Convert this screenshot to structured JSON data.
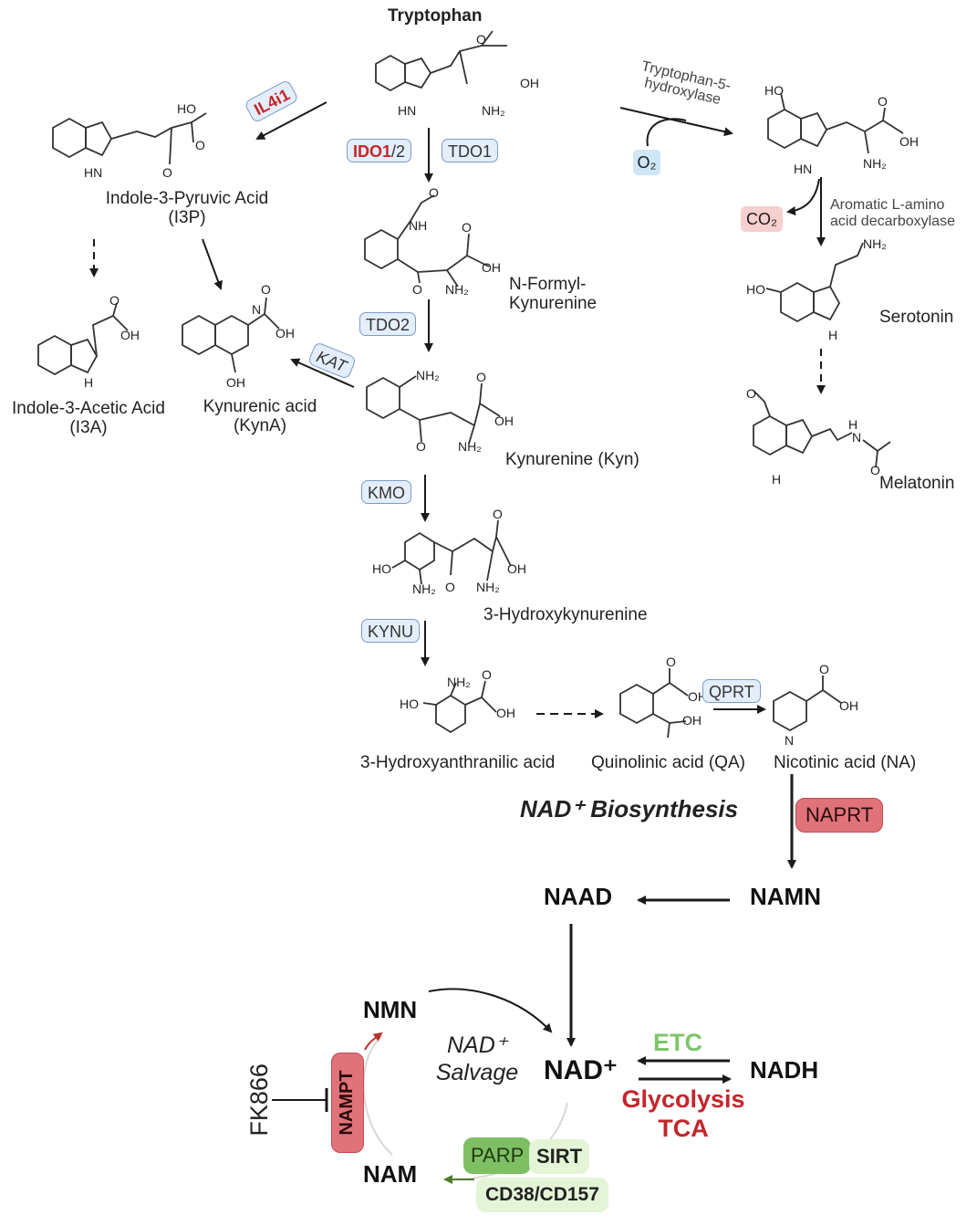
{
  "molecules": {
    "tryptophan": "Tryptophan",
    "i3p": "Indole-3-Pyruvic Acid",
    "i3p_abbr": "(I3P)",
    "i3a": "Indole-3-Acetic Acid",
    "i3a_abbr": "(I3A)",
    "kyna": "Kynurenic acid",
    "kyna_abbr": "(KynA)",
    "nformyl_1": "N-Formyl-",
    "nformyl_2": "Kynurenine",
    "kyn": "Kynurenine (Kyn)",
    "hydroxykyn": "3-Hydroxykynurenine",
    "haa": "3-Hydroxyanthranilic acid",
    "qa": "Quinolinic acid (QA)",
    "na": "Nicotinic acid (NA)",
    "serotonin": "Serotonin",
    "melatonin": "Melatonin"
  },
  "enzymes": {
    "il4i1": "IL4i1",
    "ido1": "IDO1",
    "ido_suffix": "/2",
    "tdo1": "TDO1",
    "tdo2": "TDO2",
    "kat": "KAT",
    "kmo": "KMO",
    "kynu": "KYNU",
    "qprt": "QPRT",
    "tph_1": "Tryptophan-5-",
    "tph_2": "hydroxylase",
    "aadc_1": "Aromatic L-amino",
    "aadc_2": "acid decarboxylase",
    "naprt": "NAPRT",
    "nampt": "NAMPT",
    "parp": "PARP",
    "sirt": "SIRT",
    "cd38": "CD38/CD157"
  },
  "cofactors": {
    "o2": "O₂",
    "co2": "CO₂"
  },
  "nad": {
    "biosynthesis": "NAD⁺ Biosynthesis",
    "naad": "NAAD",
    "namn": "NAMN",
    "nmn": "NMN",
    "nad_plus": "NAD⁺",
    "nadh": "NADH",
    "nam": "NAM",
    "salvage_1": "NAD⁺",
    "salvage_2": "Salvage",
    "etc": "ETC",
    "glycolysis": "Glycolysis",
    "tca": "TCA",
    "fk866": "FK866"
  },
  "atoms": {
    "oh": "OH",
    "nh2": "NH₂",
    "nh": "NH",
    "hn": "HN",
    "ho": "HO",
    "h": "H",
    "n": "N",
    "o": "O"
  },
  "colors": {
    "enzyme_border": "#7a9cc6",
    "enzyme_fill": "#e4eefb",
    "red_text": "#c4262b",
    "red_pill": "#e0727a",
    "green_text": "#7cc66a",
    "green_pill": "#7fbf63",
    "pale_green": "#e3f5d6",
    "o2_fill": "#cfe6f7",
    "co2_fill": "#f6cfcf"
  }
}
